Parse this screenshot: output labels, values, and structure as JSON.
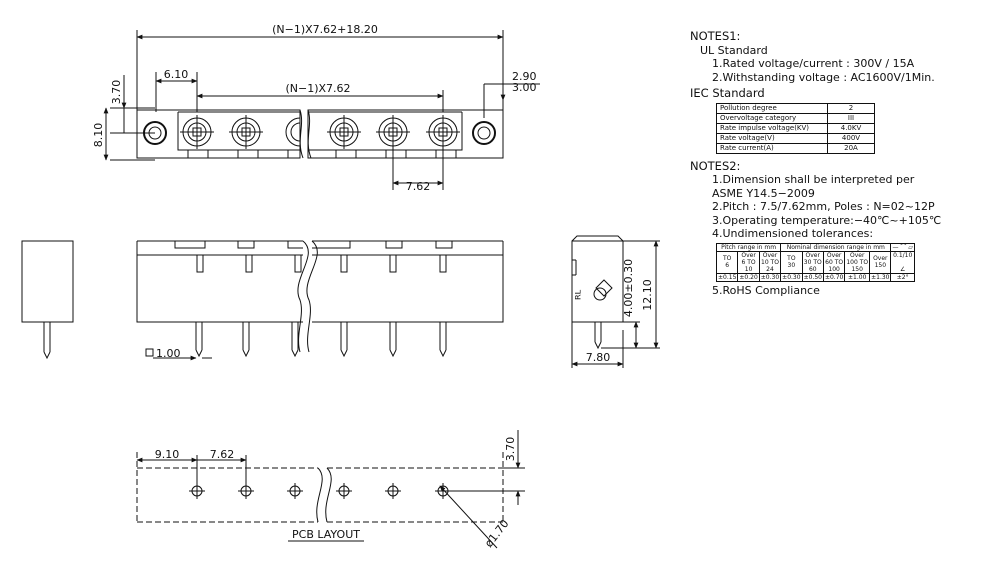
{
  "dims": {
    "overall": "(N−1)X7.62+18.20",
    "pitch_total": "(N−1)X7.62",
    "left_offset": "6.10",
    "top_h": "3.70",
    "height": "8.10",
    "right_a": "2.90",
    "right_b": "3.00",
    "pitch": "7.62",
    "pin_size": "1.00",
    "side_w": "7.80",
    "side_h1": "4.00±0.30",
    "side_h2": "12.10",
    "pcb_first": "9.10",
    "pcb_pitch": "7.62",
    "pcb_top": "3.70",
    "hole": "ø1.70"
  },
  "pcb_label": "PCB LAYOUT",
  "notes": {
    "notes1_title": "NOTES1:",
    "ul_title": "UL Standard",
    "ul_items": [
      "1.Rated voltage/current : 300V / 15A",
      "2.Withstanding voltage : AC1600V/1Min."
    ],
    "iec_title": "IEC Standard",
    "iec_rows": [
      {
        "k": "Pollution degree",
        "v": "2"
      },
      {
        "k": "Overvoltage category",
        "v": "III"
      },
      {
        "k": "Rate impulse voltage(KV)",
        "v": "4.0KV"
      },
      {
        "k": "Rate voltage(V)",
        "v": "400V"
      },
      {
        "k": "Rate current(A)",
        "v": "20A"
      }
    ],
    "notes2_title": "NOTES2:",
    "n2_1a": "1.Dimension shall be interpreted per",
    "n2_1b": "ASME Y14.5−2009",
    "n2_2": "2.Pitch : 7.5/7.62mm, Poles : N=02~12P",
    "n2_3": "3.Operating temperature:−40℃~+105℃",
    "n2_4": "4.Undimensioned tolerances:",
    "n2_5": "5.RoHS Compliance"
  },
  "tolerance": {
    "h_pitch": "Pitch range in mm",
    "h_nominal": "Nominal dimension range in mm",
    "h_sym": "— ⌒ ▱",
    "cols": [
      {
        "a": "",
        "b": "TO",
        "c": "6"
      },
      {
        "a": "Over",
        "b": "6 TO",
        "c": "10"
      },
      {
        "a": "Over",
        "b": "10 TO",
        "c": "24"
      },
      {
        "a": "",
        "b": "TO",
        "c": "30"
      },
      {
        "a": "Over",
        "b": "30 TO",
        "c": "60"
      },
      {
        "a": "Over",
        "b": "60 TO",
        "c": "100"
      },
      {
        "a": "Over",
        "b": "100 TO",
        "c": "150"
      },
      {
        "a": "Over",
        "b": "",
        "c": "150"
      }
    ],
    "sym_val": "0.1/10",
    "angle_sym": "∠",
    "values": [
      "±0.15",
      "±0.20",
      "±0.30",
      "±0.30",
      "±0.50",
      "±0.70",
      "±1.00",
      "±1.30"
    ],
    "angle_val": "±2°"
  }
}
